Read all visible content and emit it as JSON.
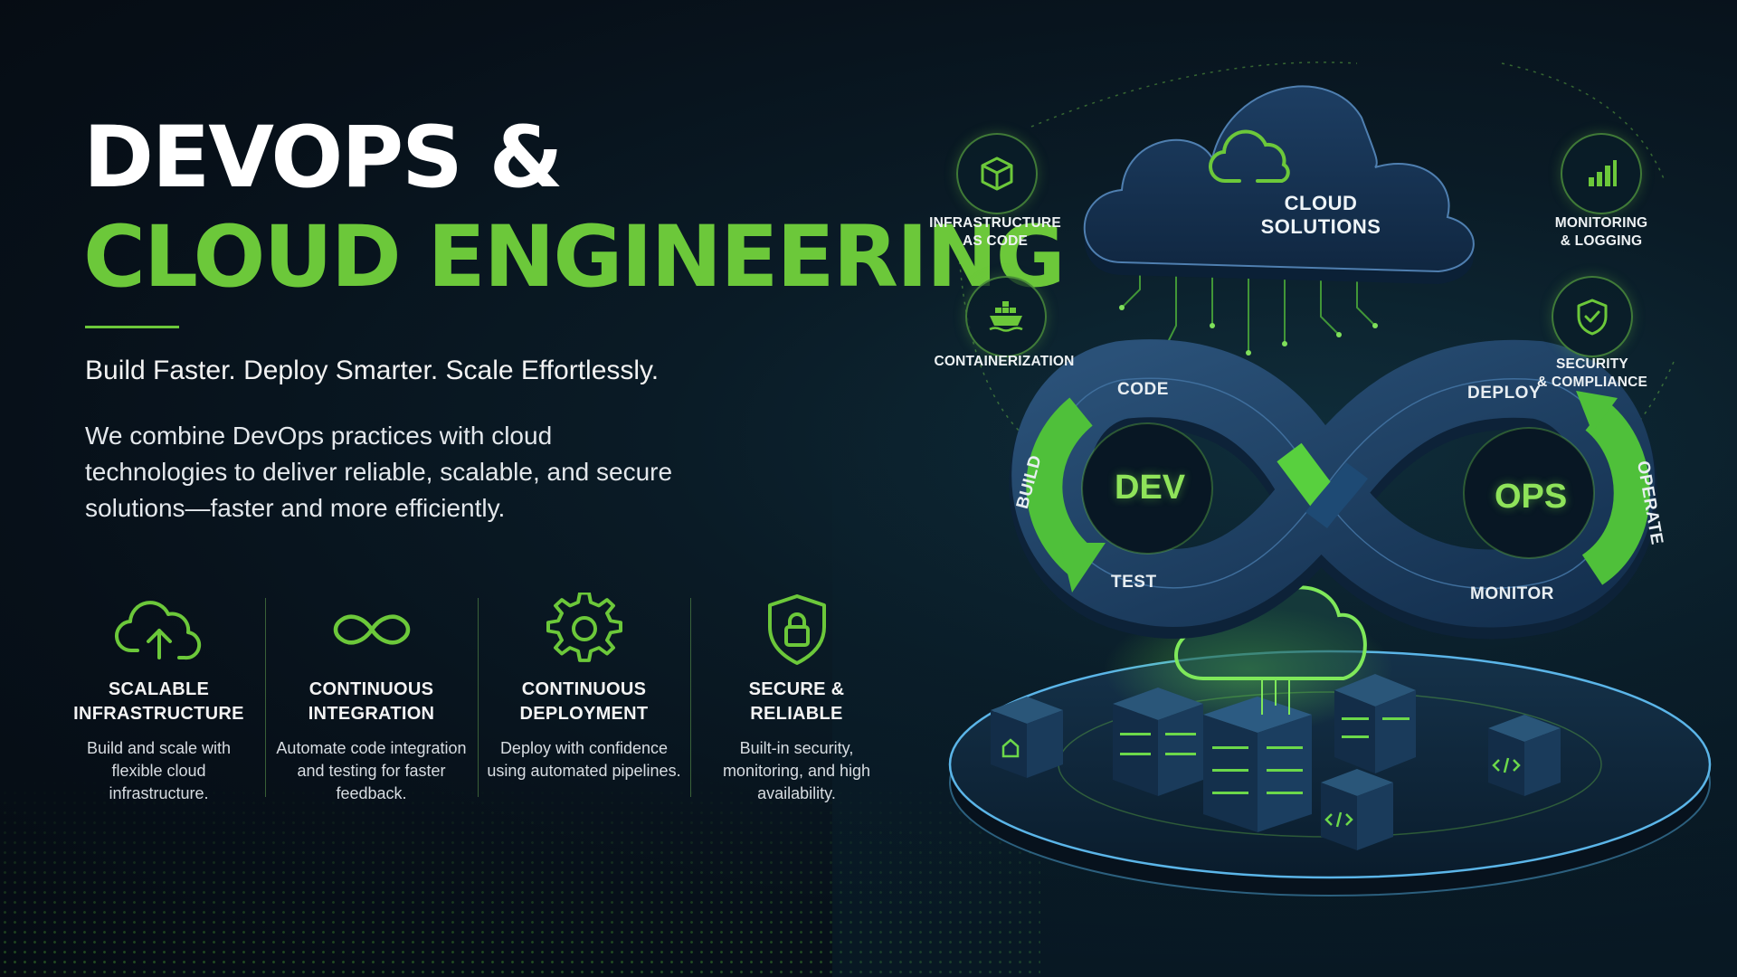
{
  "hero": {
    "title_line1": "DEVOPS &",
    "title_line2": "CLOUD ENGINEERING",
    "tagline": "Build Faster. Deploy Smarter. Scale Effortlessly.",
    "description": "We combine DevOps practices with cloud technologies to deliver reliable, scalable, and secure solutions—faster and more efficiently."
  },
  "features": [
    {
      "icon": "cloud-upload-icon",
      "title_l1": "SCALABLE",
      "title_l2": "INFRASTRUCTURE",
      "text": "Build and scale with flexible cloud infrastructure."
    },
    {
      "icon": "infinity-icon",
      "title_l1": "CONTINUOUS",
      "title_l2": "INTEGRATION",
      "text": "Automate code integration and testing for faster feedback."
    },
    {
      "icon": "gear-icon",
      "title_l1": "CONTINUOUS",
      "title_l2": "DEPLOYMENT",
      "text": "Deploy with confidence using automated pipelines."
    },
    {
      "icon": "shield-lock-icon",
      "title_l1": "SECURE &",
      "title_l2": "RELIABLE",
      "text": "Built-in security, monitoring, and high availability."
    }
  ],
  "diagram": {
    "cloud_label_l1": "CLOUD",
    "cloud_label_l2": "SOLUTIONS",
    "tools": [
      {
        "icon": "cube-icon",
        "label_l1": "INFRASTRUCTURE",
        "label_l2": "AS CODE"
      },
      {
        "icon": "container-ship-icon",
        "label_l1": "CONTAINERIZATION",
        "label_l2": ""
      },
      {
        "icon": "bar-chart-icon",
        "label_l1": "MONITORING",
        "label_l2": "& LOGGING"
      },
      {
        "icon": "shield-check-icon",
        "label_l1": "SECURITY",
        "label_l2": "& COMPLIANCE"
      }
    ],
    "loop": {
      "dev": "DEV",
      "ops": "OPS",
      "stages": {
        "code": "CODE",
        "build": "BUILD",
        "test": "TEST",
        "deploy": "DEPLOY",
        "operate": "OPERATE",
        "monitor": "MONITOR"
      }
    }
  },
  "colors": {
    "accent": "#6cc83a",
    "navy": "#1c3a5c",
    "background": "#071019"
  }
}
